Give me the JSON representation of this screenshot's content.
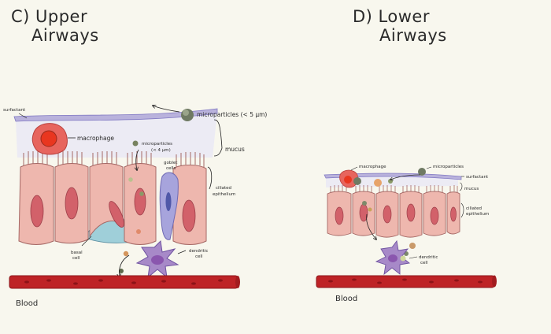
{
  "panels": [
    {
      "title_line1": "C) Upper",
      "title_line2": "Airways",
      "labels": {
        "surfactant": "surfactant",
        "microparticles": "microparticles (< 5 µm)",
        "macrophage": "macrophage",
        "microparticles_small": "microparticles",
        "microparticles_size": "(< 4 µm)",
        "goblet_1": "goblet",
        "goblet_2": "cells",
        "mucus": "mucus",
        "ciliated_1": "ciliated",
        "ciliated_2": "epithelium",
        "basal_1": "basal",
        "basal_2": "cell",
        "dendritic_1": "dendritic",
        "dendritic_2": "cell",
        "blood": "Blood"
      }
    },
    {
      "title_line1": "D) Lower",
      "title_line2": "Airways",
      "labels": {
        "macrophage": "macrophage",
        "microparticles": "microparticles",
        "surfactant": "surfactant",
        "mucus": "mucus",
        "ciliated_1": "ciliated",
        "ciliated_2": "epithelium",
        "dendritic_1": "dendritic",
        "dendritic_2": "cell",
        "blood": "Blood"
      }
    }
  ],
  "colors": {
    "background": "#f8f7ee",
    "cell_fill": "#eeb7ae",
    "nucleus": "#d2616a",
    "surfactant": "#b9b2dc",
    "mucus": "#ecebf4",
    "goblet": "#a7a4dc",
    "basal": "#9fcfd9",
    "dendritic": "#a789c8",
    "macrophage": "#e7655e",
    "vessel": "#be2326",
    "particle": "#7d8a6a"
  }
}
